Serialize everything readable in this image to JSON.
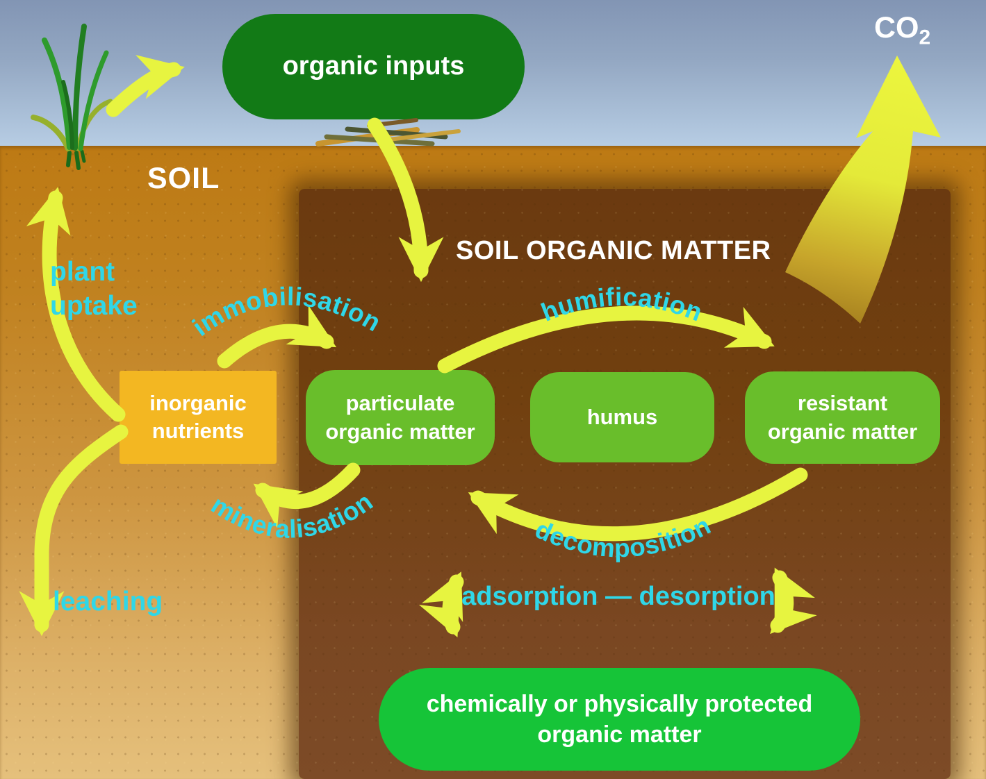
{
  "title": "Soil organic matter cycle",
  "labels": {
    "soil": "SOIL",
    "soil_organic_matter": "SOIL ORGANIC MATTER",
    "co2_main": "CO",
    "co2_sub": "2"
  },
  "boxes": {
    "organic_inputs": "organic inputs",
    "inorganic_nutrients": "inorganic nutrients",
    "particulate_organic_matter": "particulate organic matter",
    "humus": "humus",
    "resistant_organic_matter": "resistant organic matter",
    "protected_organic_matter": "chemically or physically protected organic matter"
  },
  "processes": {
    "plant_uptake": "plant\n uptake",
    "immobilisation": "immobilisation",
    "mineralisation": "mineralisation",
    "humification": "humification",
    "decomposition": "decomposition",
    "adsorption_desorption": "adsorption — desorption",
    "leaching": "leaching"
  },
  "colors": {
    "arrow_yellow": "#e7f440",
    "process_cyan": "#2fd7e8",
    "organic_inputs_green": "#127a16",
    "pool_green": "#69be2b",
    "protected_green": "#16c438",
    "inorganic_orange": "#f3b722",
    "som_dark_brown": "#6b3a10",
    "soil_light_brown": "#c0811f",
    "sky_blue": "#9dafc9"
  }
}
